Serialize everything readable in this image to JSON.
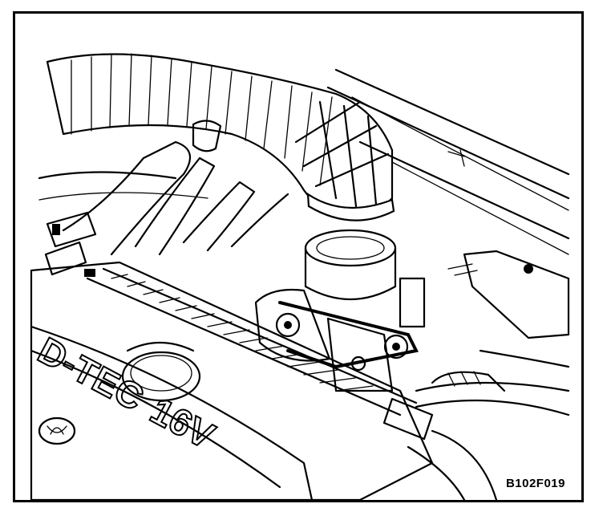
{
  "figure": {
    "code": "B102F019",
    "cover_lettering_1": "D-TEC",
    "cover_lettering_2": "16V"
  }
}
